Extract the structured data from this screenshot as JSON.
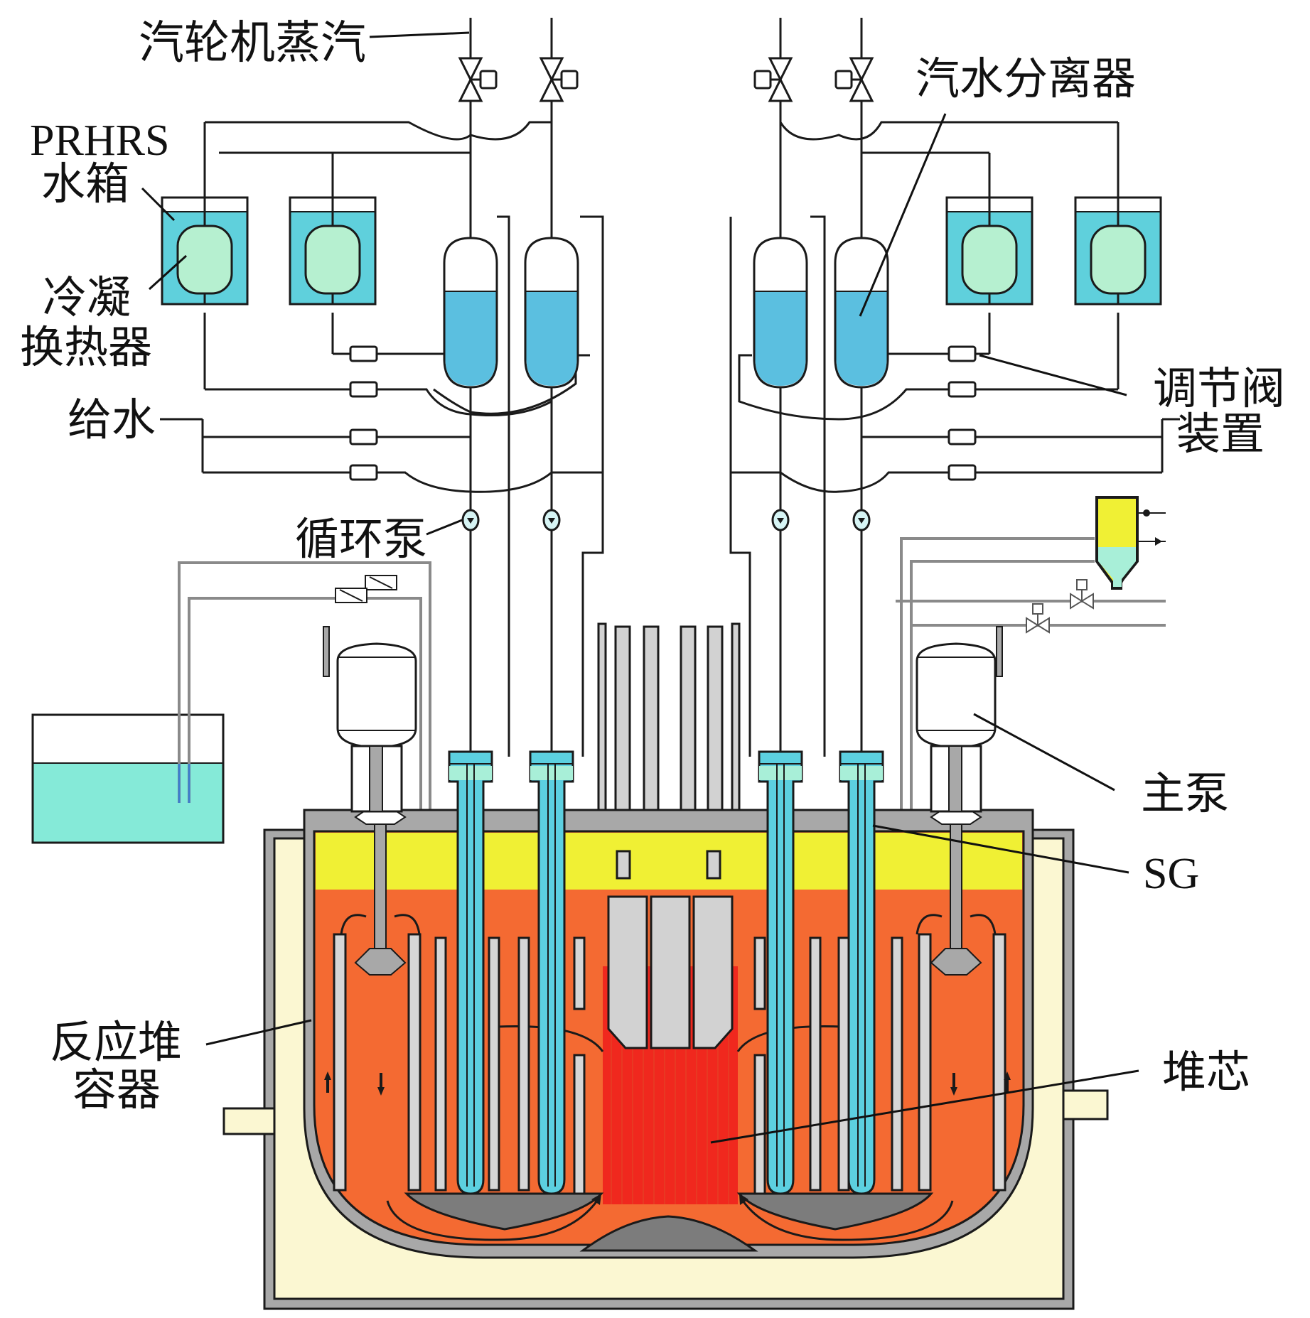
{
  "title": "PRHRS reactor system schematic",
  "labels": {
    "turbine_steam": "汽轮机蒸汽",
    "prhrs_line1": "PRHRS",
    "prhrs_line2": "水箱",
    "condenser_line1": "冷凝",
    "condenser_line2": "换热器",
    "feedwater": "给水",
    "circulation_pump": "循环泵",
    "separator": "汽水分离器",
    "control_valve_line1": "调节阀",
    "control_valve_line2": "装置",
    "main_pump": "主泵",
    "sg": "SG",
    "vessel_line1": "反应堆",
    "vessel_line2": "容器",
    "core": "堆芯"
  },
  "colors": {
    "tank_water": "#5fd0dc",
    "condenser": "#b6f0d0",
    "separator_water": "#5bbfe0",
    "sg_tube": "#5cd0e0",
    "cover_gas": "#f0f034",
    "primary_coolant": "#f46a32",
    "core_region": "#f0281e",
    "vessel_wall": "#a8a8a8",
    "insulation": "#fbf7d2",
    "pool_water": "#85ead8",
    "dump_tank": "#f0f034"
  }
}
